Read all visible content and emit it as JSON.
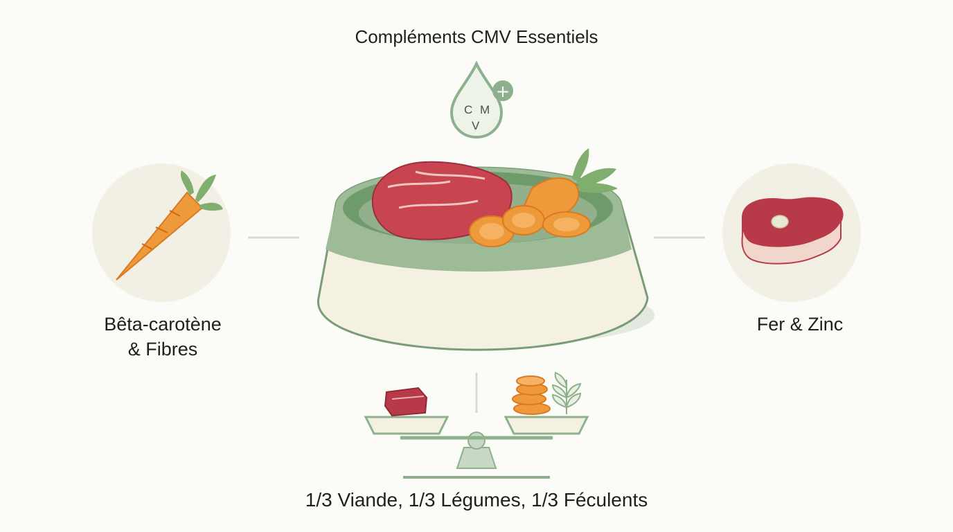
{
  "title": "Compléments CMV Essentiels",
  "supplement_icon": {
    "name": "cmv-drop-icon",
    "letters": [
      "C",
      "M",
      "V"
    ],
    "plus": "+"
  },
  "left_item": {
    "icon": "carrot-icon",
    "label_line1": "Bêta-carotène",
    "label_line2": "& Fibres"
  },
  "right_item": {
    "icon": "steak-icon",
    "label": "Fer & Zinc"
  },
  "center_icon": "dog-bowl-with-meat-and-carrots-icon",
  "balance_icon": "balance-scale-icon",
  "bottom_caption": "1/3 Viande, 1/3 Légumes, 1/3 Féculents",
  "colors": {
    "green": "#8fb08c",
    "light_green": "#e8efe3",
    "cream": "#f1eee0",
    "carrot": "#ef9a3a",
    "meat": "#b83a48"
  }
}
